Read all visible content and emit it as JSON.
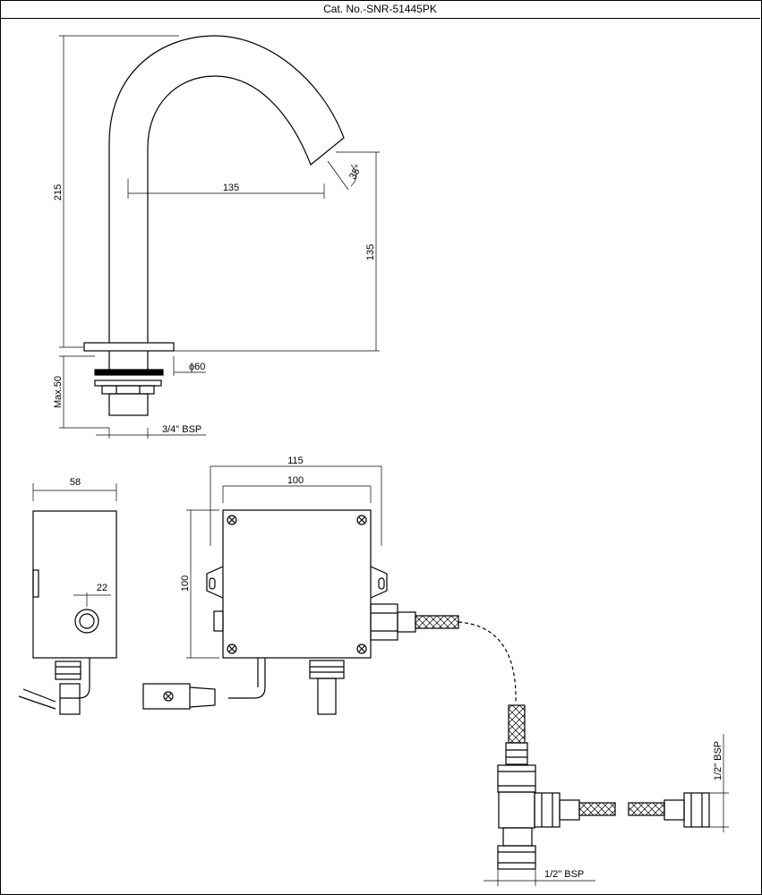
{
  "header": {
    "cat_no": "Cat. No.-SNR-51445PK"
  },
  "dimensions": {
    "overall_height": "215",
    "spout_reach": "135",
    "spout_height": "135",
    "spout_angle": "35°",
    "base_diameter": "ϕ60",
    "max_deck_thickness": "Max.50",
    "inlet_thread": "3/4\" BSP",
    "sensor_width": "58",
    "sensor_window": "22",
    "box_width_outer": "115",
    "box_width_inner": "100",
    "box_height": "100",
    "tee_thread_side": "1/2\" BSP",
    "tee_thread_bottom": "1/2\" BSP"
  }
}
